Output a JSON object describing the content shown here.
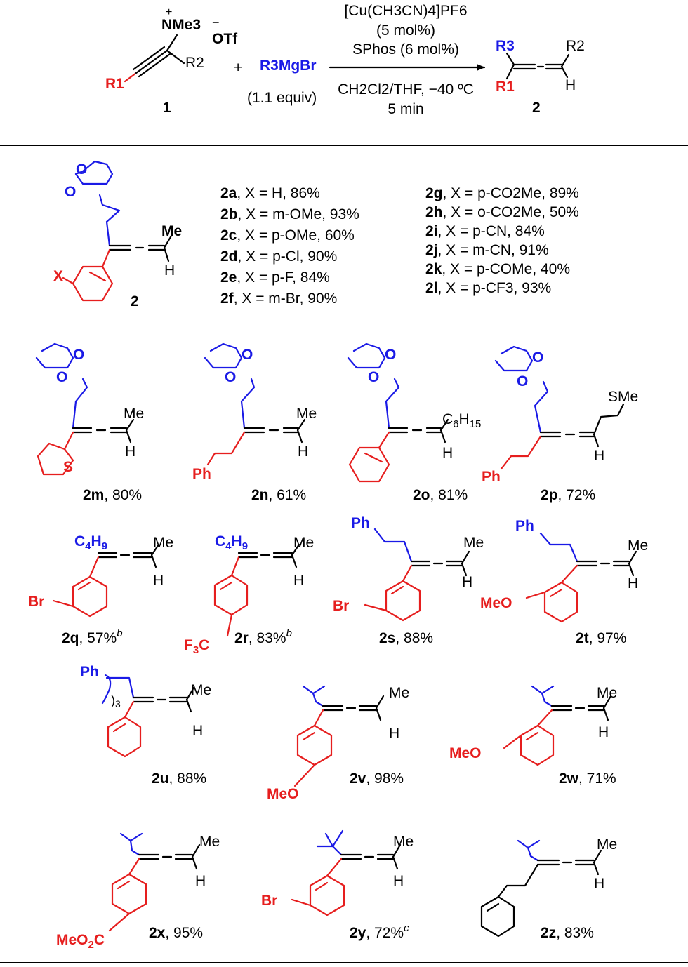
{
  "colors": {
    "blue": "#1a1ae6",
    "red": "#e61e1e",
    "black": "#000000"
  },
  "reaction": {
    "reagent_line1": "[Cu(CH3CN)4]PF6",
    "reagent_line2": "(5 mol%)",
    "reagent_line3": "SPhos (6 mol%)",
    "condition_line1": "CH2Cl2/THF, −40 ºC",
    "condition_line2": "5 min",
    "plus": "+",
    "grignard": "R3MgBr",
    "grignard_equiv": "(1.1 equiv)",
    "sm_label": "1",
    "product_label": "2",
    "sm_nme3": "NMe3",
    "sm_charge_plus": "+",
    "sm_charge_minus": "−",
    "sm_otf": "OTf",
    "sm_r1": "R1",
    "sm_r2": "R2",
    "prod_r1": "R1",
    "prod_r2": "R2",
    "prod_r3": "R3",
    "prod_h": "H"
  },
  "general": {
    "label": "2",
    "x_label": "X",
    "me": "Me",
    "h": "H",
    "o": "O",
    "entries_left": [
      {
        "id": "2a",
        "text": ", X = H, 86%"
      },
      {
        "id": "2b",
        "text": ", X = m-OMe, 93%"
      },
      {
        "id": "2c",
        "text": ", X = p-OMe, 60%"
      },
      {
        "id": "2d",
        "text": ", X = p-Cl, 90%"
      },
      {
        "id": "2e",
        "text": ", X = p-F, 84%"
      },
      {
        "id": "2f",
        "text": ", X = m-Br, 90%"
      }
    ],
    "entries_right": [
      {
        "id": "2g",
        "text": ", X = p-CO2Me, 89%"
      },
      {
        "id": "2h",
        "text": ", X = o-CO2Me, 50%"
      },
      {
        "id": "2i",
        "text": ", X = p-CN, 84%"
      },
      {
        "id": "2j",
        "text": ", X = m-CN, 91%"
      },
      {
        "id": "2k",
        "text": ", X = p-COMe, 40%"
      },
      {
        "id": "2l",
        "text": ", X = p-CF3, 93%"
      }
    ]
  },
  "compounds": [
    {
      "id": "2m",
      "yield": ", 80%"
    },
    {
      "id": "2n",
      "yield": ", 61%"
    },
    {
      "id": "2o",
      "yield": ", 81%"
    },
    {
      "id": "2p",
      "yield": ", 72%"
    },
    {
      "id": "2q",
      "yield": ", 57%",
      "note": "b"
    },
    {
      "id": "2r",
      "yield": ", 83%",
      "note": "b"
    },
    {
      "id": "2s",
      "yield": ", 88%"
    },
    {
      "id": "2t",
      "yield": ", 97%"
    },
    {
      "id": "2u",
      "yield": ", 88%"
    },
    {
      "id": "2v",
      "yield": ", 98%"
    },
    {
      "id": "2w",
      "yield": ", 71%"
    },
    {
      "id": "2x",
      "yield": ", 95%"
    },
    {
      "id": "2y",
      "yield": ", 72%",
      "note": "c"
    },
    {
      "id": "2z",
      "yield": ", 83%"
    }
  ],
  "groups": {
    "S": "S",
    "Ph": "Ph",
    "SMe": "SMe",
    "C6H15": "C6H15",
    "C4H9": "C4H9",
    "Br": "Br",
    "F3C": "F3C",
    "MeO": "MeO",
    "MeO2C": "MeO2C",
    "sub3": "3"
  }
}
